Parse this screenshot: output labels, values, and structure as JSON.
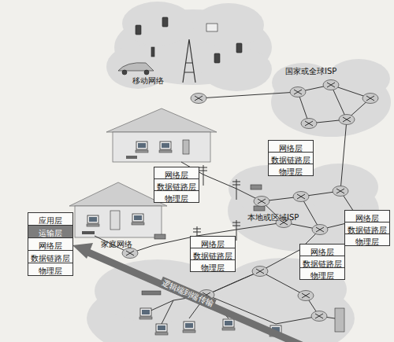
{
  "diagram": {
    "nodes": [
      {
        "text": [
          "网络层"
        ]
      },
      {
        "text": [
          "数据链路层"
        ]
      },
      {
        "text": [
          "物理层"
        ]
      },
      {
        "text": [
          "网络层"
        ]
      },
      {
        "text": [
          "数据链路层"
        ]
      },
      {
        "text": [
          "物理层"
        ]
      },
      {
        "text": [
          "应用层"
        ]
      },
      {
        "text": [
          "运输层"
        ]
      },
      {
        "text": [
          "网络层"
        ]
      },
      {
        "text": [
          "数据链路层"
        ]
      },
      {
        "text": [
          "物理层"
        ]
      },
      {
        "text": [
          "网络层"
        ]
      },
      {
        "text": [
          "数据链路层"
        ]
      },
      {
        "text": [
          "物理层"
        ]
      },
      {
        "text": [
          "网络层"
        ]
      },
      {
        "text": [
          "数据链路层"
        ]
      },
      {
        "text": [
          "物理层"
        ]
      },
      {
        "text": [
          "网络层"
        ]
      },
      {
        "text": [
          "数据链路层"
        ]
      },
      {
        "text": [
          "物理层"
        ]
      }
    ],
    "labels": [
      "移动网络",
      "国家或全球ISP",
      "本地或区域ISP",
      "家庭网络",
      "逻辑端到端传输"
    ]
  }
}
